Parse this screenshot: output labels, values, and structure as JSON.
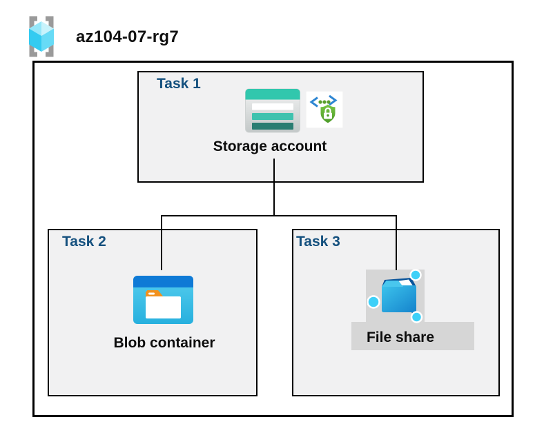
{
  "resource_group": {
    "name": "az104-07-rg7",
    "icon": "resource-group-icon"
  },
  "tasks": [
    {
      "label": "Task 1",
      "item": "Storage account",
      "icons": [
        "storage-account-icon",
        "sas-security-icon"
      ]
    },
    {
      "label": "Task 2",
      "item": "Blob container",
      "icons": [
        "blob-container-icon"
      ]
    },
    {
      "label": "Task 3",
      "item": "File share",
      "icons": [
        "file-share-icon"
      ]
    }
  ],
  "connections": [
    {
      "from": "Storage account",
      "to": "Blob container"
    },
    {
      "from": "Storage account",
      "to": "File share"
    }
  ],
  "colors": {
    "task_label": "#14507e",
    "box_fill": "#f1f1f2",
    "box_border": "#000000",
    "highlight_gray": "#d6d6d6",
    "storage_teal": "#31c7ad",
    "storage_teal_dark": "#2a7d72",
    "blob_top_blue": "#0f7ad6",
    "blob_body_cyan": "#3dc0e8",
    "file_folder_blue": "#1583cc",
    "node_cyan": "#3ed0f8",
    "shield_green": "#5fae33",
    "bracket_gray": "#9a9a9a",
    "cube_cyan": "#33cbf1"
  }
}
